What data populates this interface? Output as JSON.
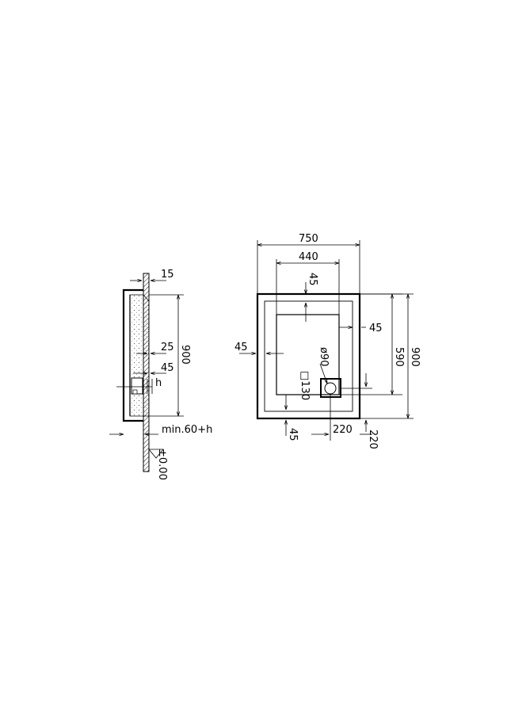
{
  "section_view": {
    "dims": {
      "top_thickness": "15",
      "height": "900",
      "inset_25": "25",
      "inset_45": "45",
      "h": "h",
      "min_height": "min.60+h",
      "zero_level": "±0.00"
    }
  },
  "plan_view": {
    "dims": {
      "overall_width": "750",
      "inner_width": "440",
      "top_margin": "45",
      "right_margin": "45",
      "left_margin": "45",
      "inner_height": "590",
      "overall_height": "900",
      "drain_diameter": "ø90",
      "drain_box": "□130",
      "bottom_margin": "45",
      "drain_offset_x": "220",
      "drain_offset_y": "220"
    }
  }
}
